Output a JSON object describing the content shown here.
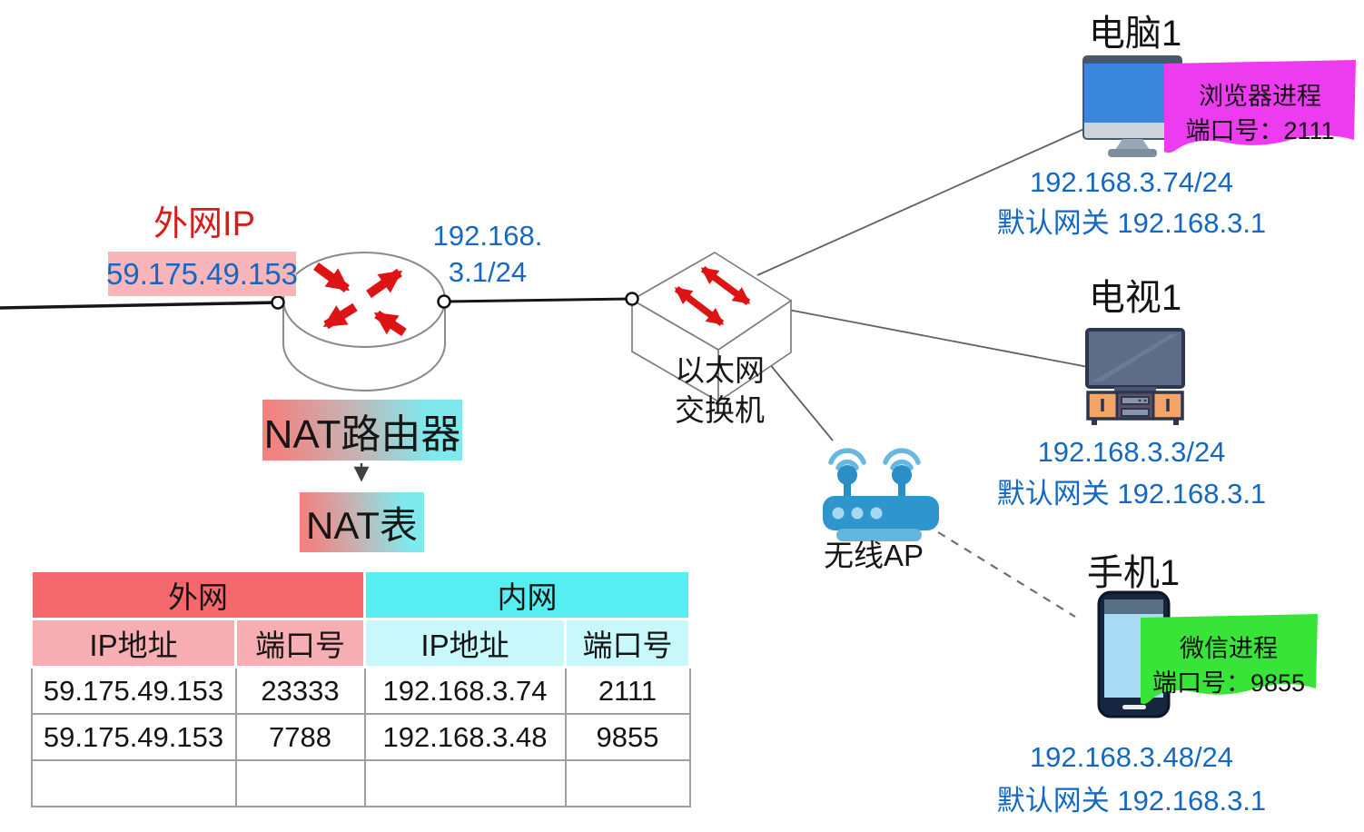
{
  "palette": {
    "blue_text": "#1468c2",
    "red_text": "#d91b1b",
    "external_ip_bg": "#f8b6ba",
    "browser_note": "#ed3bf0",
    "wechat_note": "#38e438",
    "table_wan_header": "#f5696d",
    "table_lan_header": "#57eef2",
    "table_wan_subheader": "#f6aeb2",
    "table_lan_subheader": "#c9f8fa",
    "arrow_red": "#dd1414",
    "ap_blue": "#2e96cc"
  },
  "wan": {
    "label": "外网IP",
    "ip": "59.175.49.153"
  },
  "router": {
    "lan_ip_line1": "192.168.",
    "lan_ip_line2": "3.1/24",
    "label": "NAT路由器"
  },
  "switch": {
    "label_line1": "以太网",
    "label_line2": "交换机"
  },
  "ap": {
    "label": "无线AP"
  },
  "computer": {
    "title": "电脑1",
    "note_line1": "浏览器进程",
    "note_line2": "端口号：2111",
    "ip": "192.168.3.74/24",
    "gateway": "默认网关 192.168.3.1"
  },
  "tv": {
    "title": "电视1",
    "ip": "192.168.3.3/24",
    "gateway": "默认网关 192.168.3.1"
  },
  "phone": {
    "title": "手机1",
    "note_line1": "微信进程",
    "note_line2": "端口号：9855",
    "ip": "192.168.3.48/24",
    "gateway": "默认网关 192.168.3.1"
  },
  "nat": {
    "title": "NAT表",
    "group_headers": {
      "wan": "外网",
      "lan": "内网"
    },
    "columns": {
      "ip": "IP地址",
      "port": "端口号"
    },
    "rows": [
      {
        "wan_ip": "59.175.49.153",
        "wan_port": "23333",
        "lan_ip": "192.168.3.74",
        "lan_port": "2111"
      },
      {
        "wan_ip": "59.175.49.153",
        "wan_port": "7788",
        "lan_ip": "192.168.3.48",
        "lan_port": "9855"
      },
      {
        "wan_ip": "",
        "wan_port": "",
        "lan_ip": "",
        "lan_port": ""
      }
    ]
  }
}
